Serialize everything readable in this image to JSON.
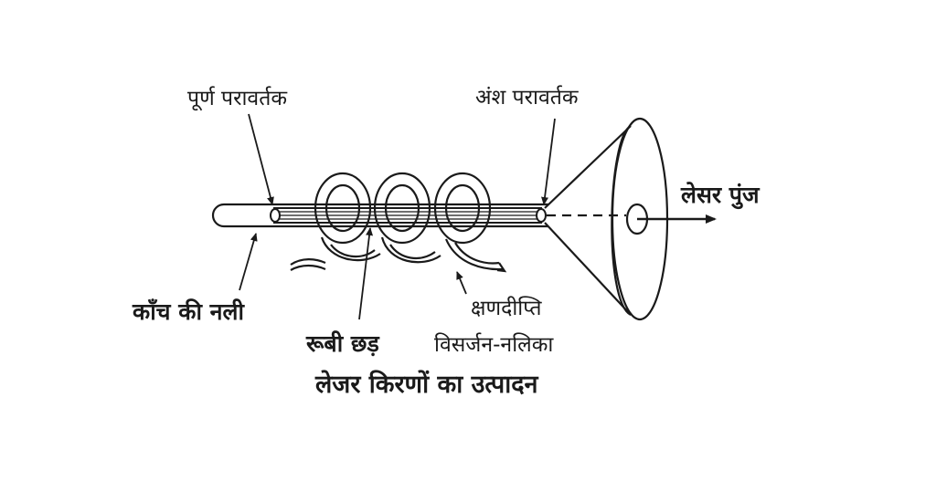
{
  "labels": {
    "total_reflector": "पूर्ण परावर्तक",
    "partial_reflector": "अंश परावर्तक",
    "laser_beam": "लेसर पुंज",
    "glass_tube": "काँच की नली",
    "ruby_rod": "रूबी छड़",
    "flash_tube_line1": "क्षणदीप्ति",
    "flash_tube_line2": "विसर्जन-नलिका"
  },
  "caption": "लेजर किरणों का उत्पादन"
}
